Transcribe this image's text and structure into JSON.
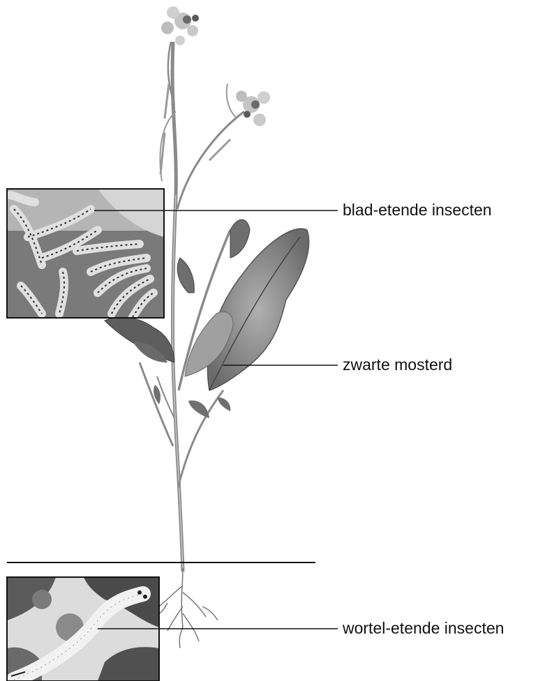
{
  "labels": {
    "leaf_insects": "blad-etende insecten",
    "plant": "zwarte mosterd",
    "root_insects": "wortel-etende insecten"
  },
  "colors": {
    "line": "#111111",
    "stem": "#8a8a8a",
    "leaf_dark": "#5e5e5e",
    "leaf_light": "#a6a6a6",
    "flower": "#c4c4c4",
    "caterpillar": "#d8d8d8",
    "soil": "#4a4a4a"
  },
  "icons": {
    "caterpillar_photo": "caterpillars-photo-icon",
    "larva_photo": "root-larva-photo-icon"
  }
}
